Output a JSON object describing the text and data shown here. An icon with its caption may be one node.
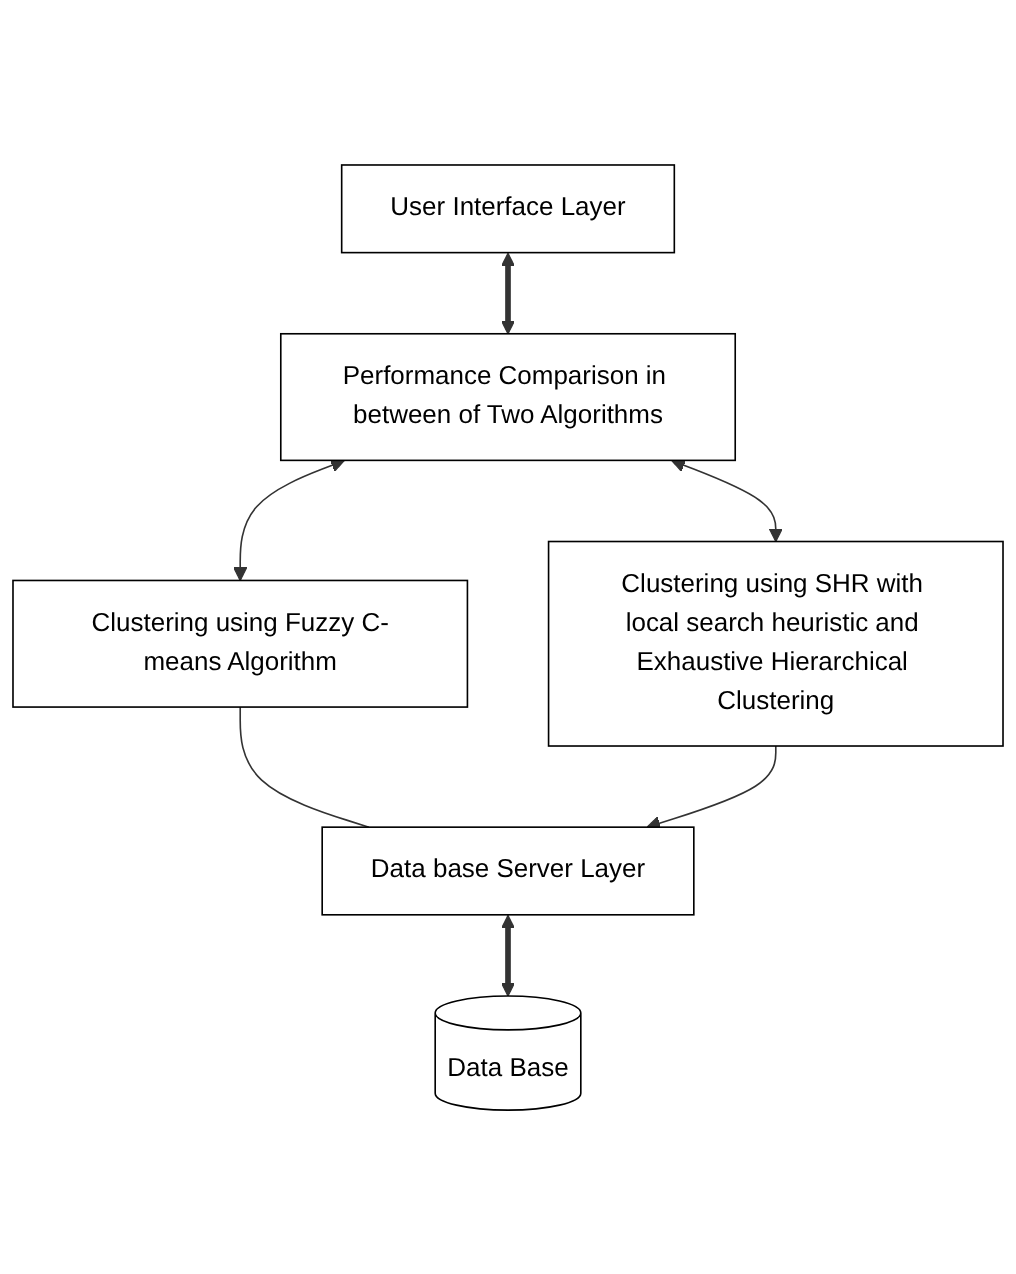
{
  "diagram": {
    "nodes": [
      {
        "text": [
          "User Interface Layer"
        ]
      },
      {
        "text": [
          "Performance Comparison in between of Two Algorithms"
        ]
      },
      {
        "text": [
          "Clustering using Fuzzy C-means Algorithm"
        ]
      },
      {
        "text": [
          "Clustering using SHR with local search heuristic and Exhaustive Hierarchical Clustering"
        ]
      },
      {
        "text": [
          "Data base Server Layer"
        ]
      },
      {
        "text": [
          "Data Base"
        ]
      }
    ],
    "edges": [
      {
        "from": 0,
        "to": 1,
        "arrow": "both",
        "style": "thick"
      },
      {
        "from": 1,
        "to": 2,
        "arrow": "both"
      },
      {
        "from": 1,
        "to": 3,
        "arrow": "both"
      },
      {
        "from": 2,
        "to": 4,
        "arrow": "none"
      },
      {
        "from": 3,
        "to": 4,
        "arrow": "to"
      },
      {
        "from": 4,
        "to": 5,
        "arrow": "both",
        "style": "thick"
      }
    ]
  }
}
